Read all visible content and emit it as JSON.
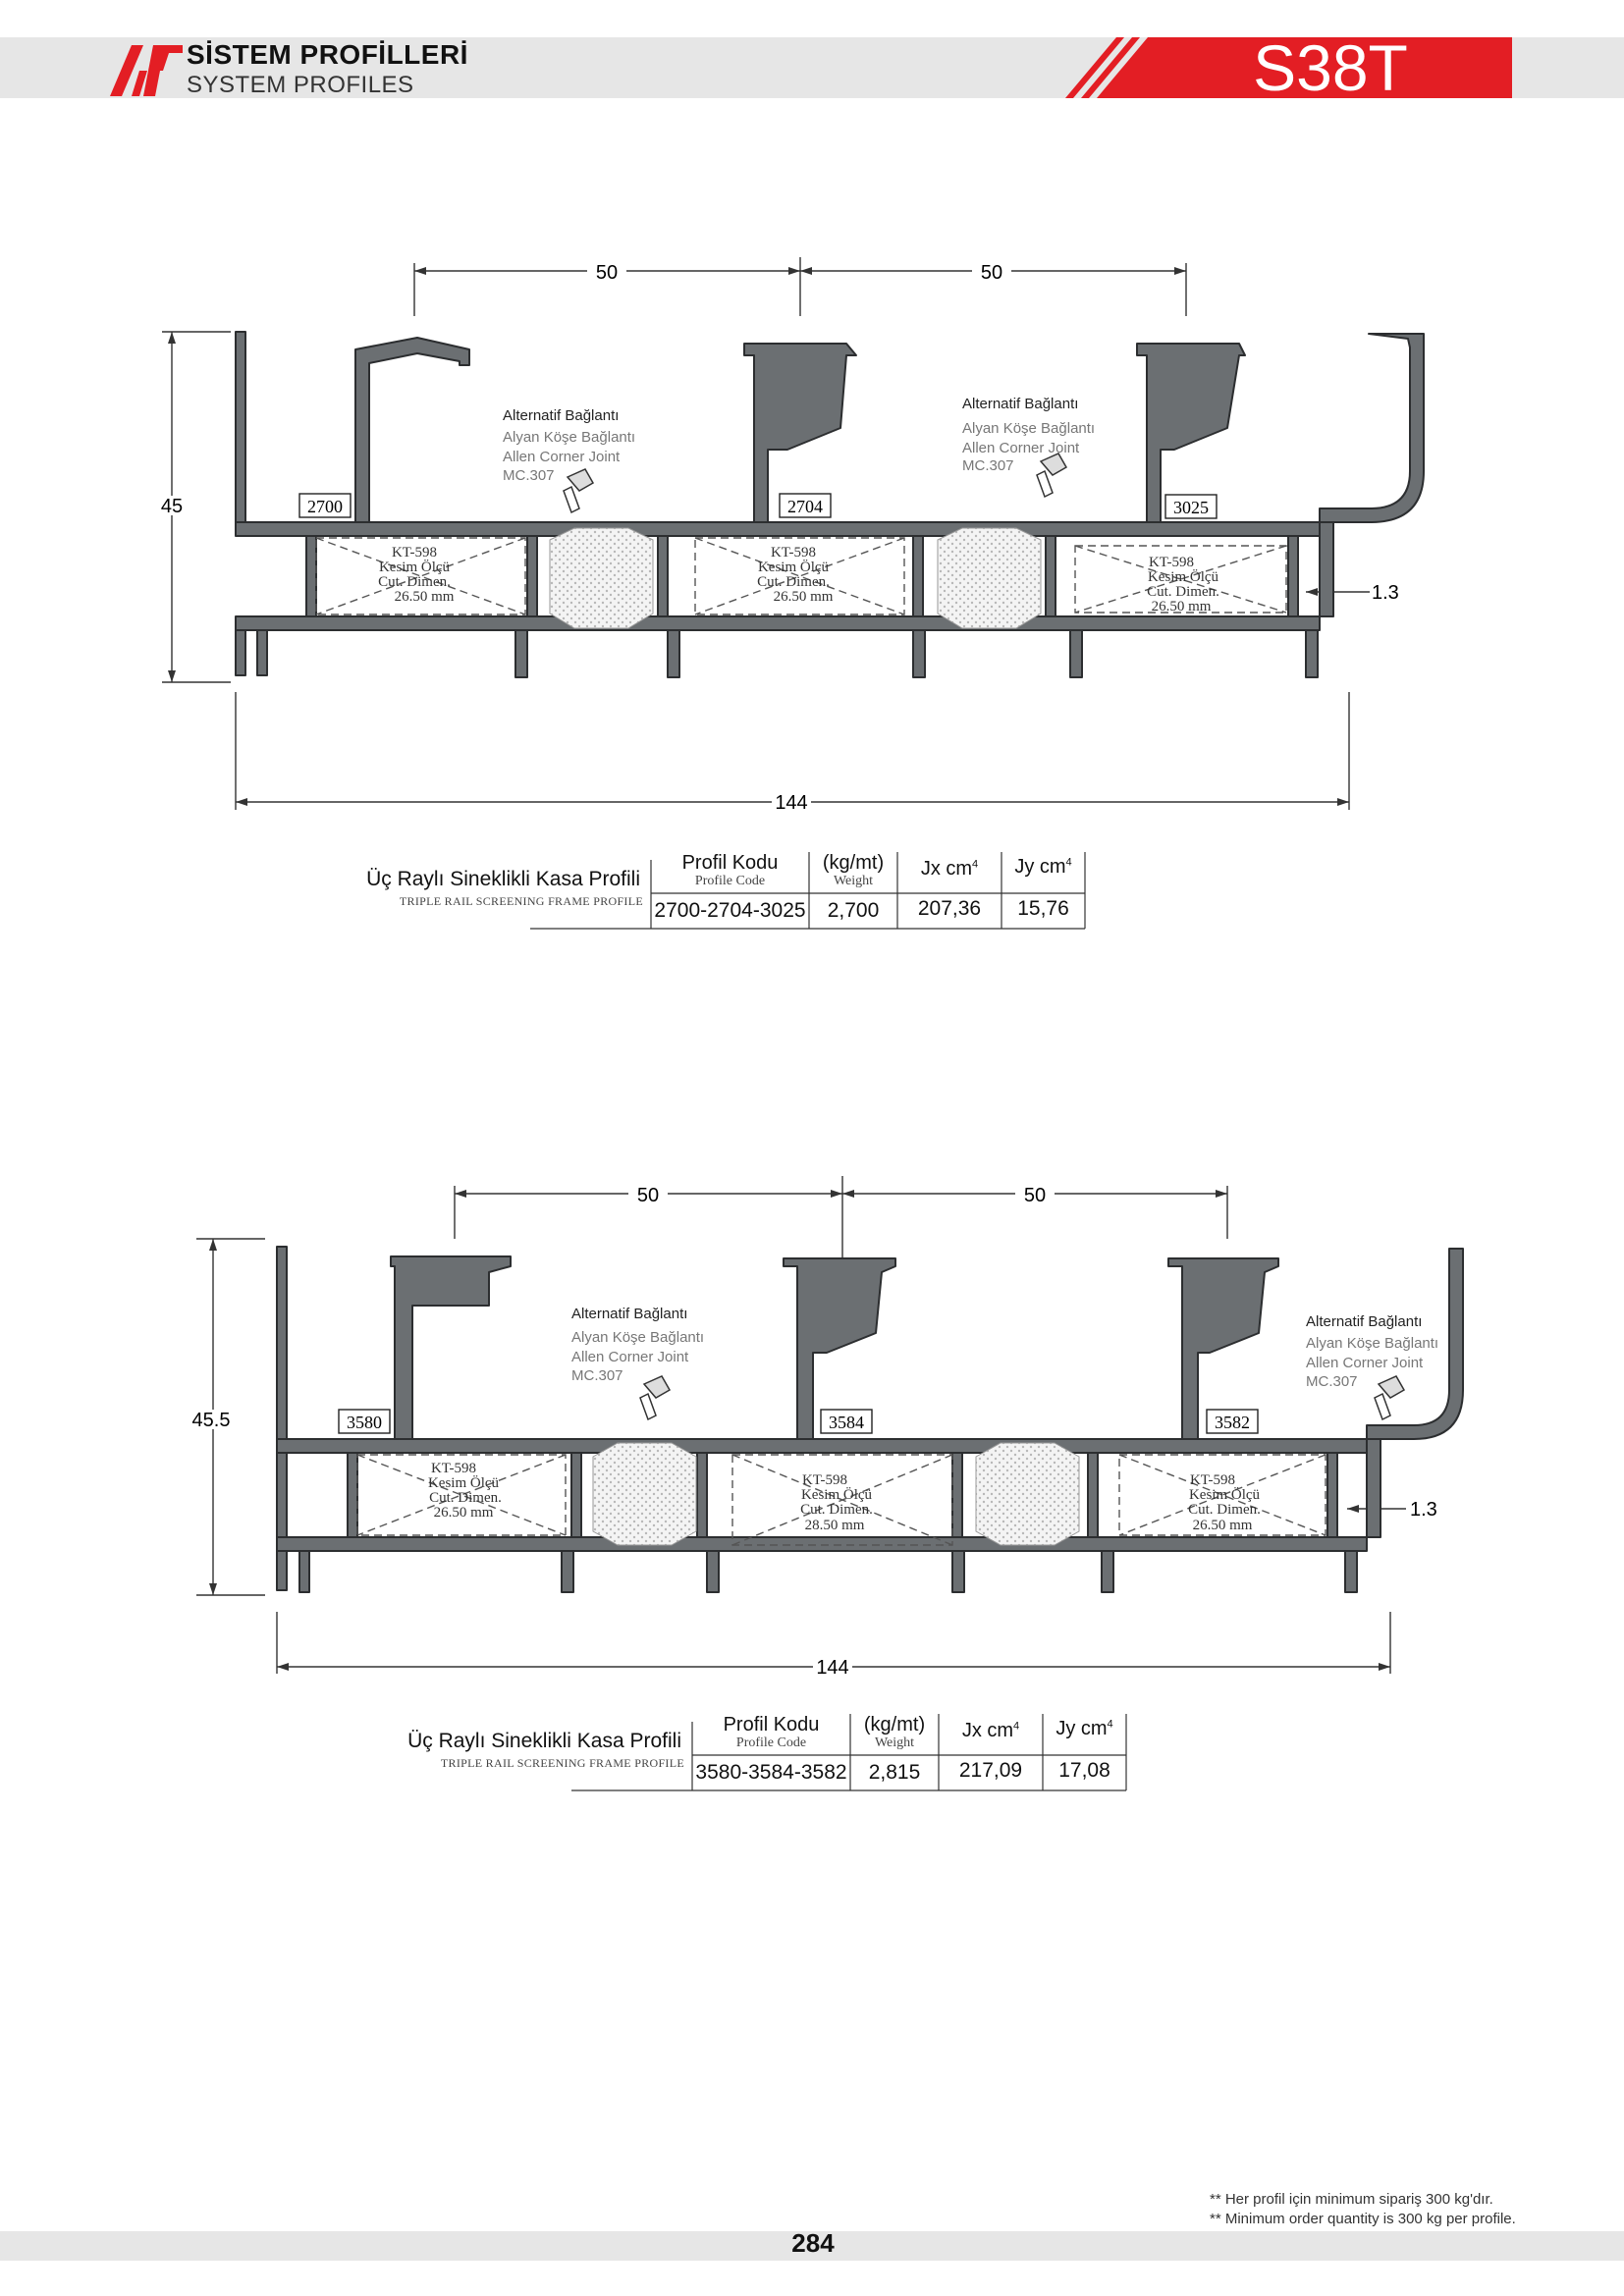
{
  "header": {
    "brand_tr": "SİSTEM PROFİLLERİ",
    "brand_en": "SYSTEM PROFILES",
    "series": "S38T",
    "logo_icon": "aip-logo-icon",
    "accent_color": "#e31e24"
  },
  "drawing1": {
    "dim_top_left": "50",
    "dim_top_right": "50",
    "dim_height": "45",
    "dim_width": "144",
    "dim_wall": "1.3",
    "codes": [
      "2700",
      "2704",
      "3025"
    ],
    "alt_joint": [
      {
        "title": "Alternatif Bağlantı",
        "l1": "Alyan Köşe Bağlantı",
        "l2": "Allen Corner Joint",
        "l3": "MC.307"
      },
      {
        "title": "Alternatif Bağlantı",
        "l1": "Alyan Köşe Bağlantı",
        "l2": "Allen Corner Joint",
        "l3": "MC.307"
      }
    ],
    "cut_labels": [
      {
        "l1": "KT-598",
        "l2": "Kesim Ölçü",
        "l3": "Cut. Dimen.",
        "l4": "26.50 mm"
      },
      {
        "l1": "KT-598",
        "l2": "Kesim Ölçü",
        "l3": "Cut. Dimen.",
        "l4": "26.50 mm"
      },
      {
        "l1": "KT-598",
        "l2": "Kesim Ölçü",
        "l3": "Cut. Dimen.",
        "l4": "26.50 mm"
      }
    ]
  },
  "table1": {
    "name_tr": "Üç Raylı Sineklikli Kasa Profili",
    "name_en": "TRIPLE RAIL SCREENING FRAME   PROFILE",
    "h_code": "Profil Kodu",
    "h_code_en": "Profile Code",
    "h_weight": "(kg/mt)",
    "h_weight_en": "Weight",
    "h_jx": "Jx cm",
    "h_jy": "Jy cm",
    "sup": "4",
    "code": "2700-2704-3025",
    "weight": "2,700",
    "jx": "207,36",
    "jy": "15,76"
  },
  "drawing2": {
    "dim_top_left": "50",
    "dim_top_right": "50",
    "dim_height": "45.5",
    "dim_width": "144",
    "dim_wall": "1.3",
    "codes": [
      "3580",
      "3584",
      "3582"
    ],
    "alt_joint": [
      {
        "title": "Alternatif Bağlantı",
        "l1": "Alyan Köşe Bağlantı",
        "l2": "Allen Corner Joint",
        "l3": "MC.307"
      },
      {
        "title": "Alternatif Bağlantı",
        "l1": "Alyan Köşe Bağlantı",
        "l2": "Allen Corner Joint",
        "l3": "MC.307"
      }
    ],
    "cut_labels": [
      {
        "l1": "KT-598",
        "l2": "Kesim Ölçü",
        "l3": "Cut. Dimen.",
        "l4": "26.50 mm"
      },
      {
        "l1": "KT-598",
        "l2": "Kesim Ölçü",
        "l3": "Cut. Dimen.",
        "l4": "28.50 mm"
      },
      {
        "l1": "KT-598",
        "l2": "Kesim Ölçü",
        "l3": "Cut. Dimen.",
        "l4": "26.50 mm"
      }
    ]
  },
  "table2": {
    "name_tr": "Üç Raylı Sineklikli Kasa Profili",
    "name_en": "TRIPLE RAIL SCREENING FRAME   PROFILE",
    "h_code": "Profil Kodu",
    "h_code_en": "Profile Code",
    "h_weight": "(kg/mt)",
    "h_weight_en": "Weight",
    "h_jx": "Jx cm",
    "h_jy": "Jy cm",
    "sup": "4",
    "code": "3580-3584-3582",
    "weight": "2,815",
    "jx": "217,09",
    "jy": "17,08"
  },
  "footer": {
    "page": "284",
    "note_tr": "** Her profil için minimum sipariş 300 kg'dır.",
    "note_en": "** Minimum order quantity is 300 kg per profile."
  }
}
